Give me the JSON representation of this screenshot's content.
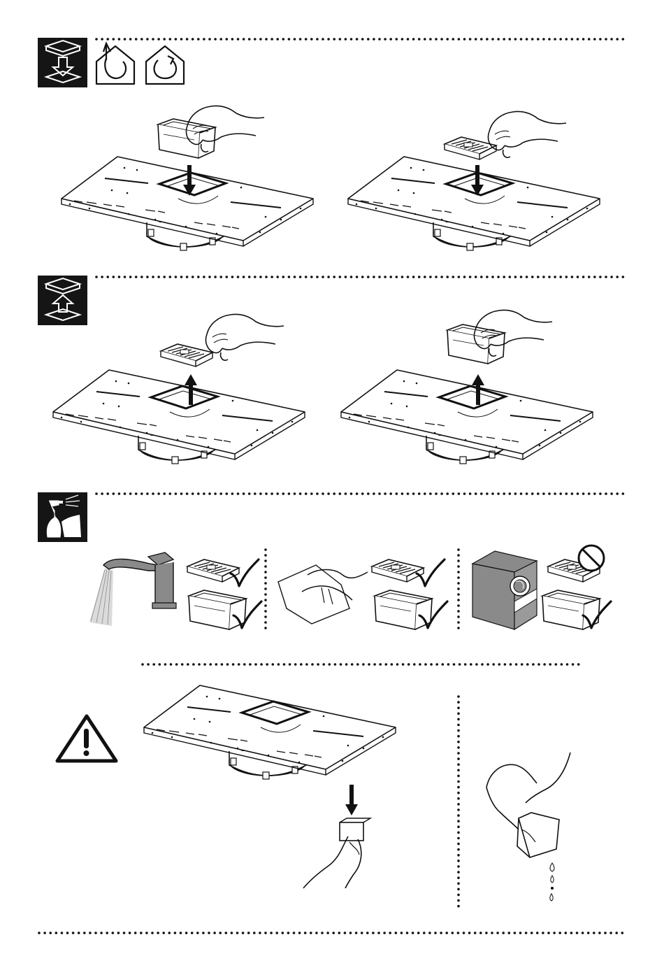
{
  "sections": [
    {
      "id": "remove-filters",
      "icons": [
        "filter-removal-icon",
        "rotate-left-house-icon",
        "rotate-right-house-icon"
      ]
    },
    {
      "id": "insert-filters",
      "icons": [
        "filter-insertion-icon"
      ]
    },
    {
      "id": "cleaning",
      "icons": [
        "spray-and-cloth-icon"
      ],
      "methods": [
        {
          "name": "tap-rinse",
          "grease_filter": "ok",
          "tray": "ok"
        },
        {
          "name": "hand-wipe",
          "grease_filter": "ok",
          "tray": "ok"
        },
        {
          "name": "dishwasher",
          "grease_filter": "not-allowed",
          "tray": "ok"
        }
      ]
    },
    {
      "id": "drain-liquid",
      "icons": [
        "warning-icon"
      ]
    }
  ],
  "colors": {
    "ink": "#111111",
    "block": "#151515",
    "grey": "#8a8a8a",
    "light_grey": "#bdbdbd"
  }
}
